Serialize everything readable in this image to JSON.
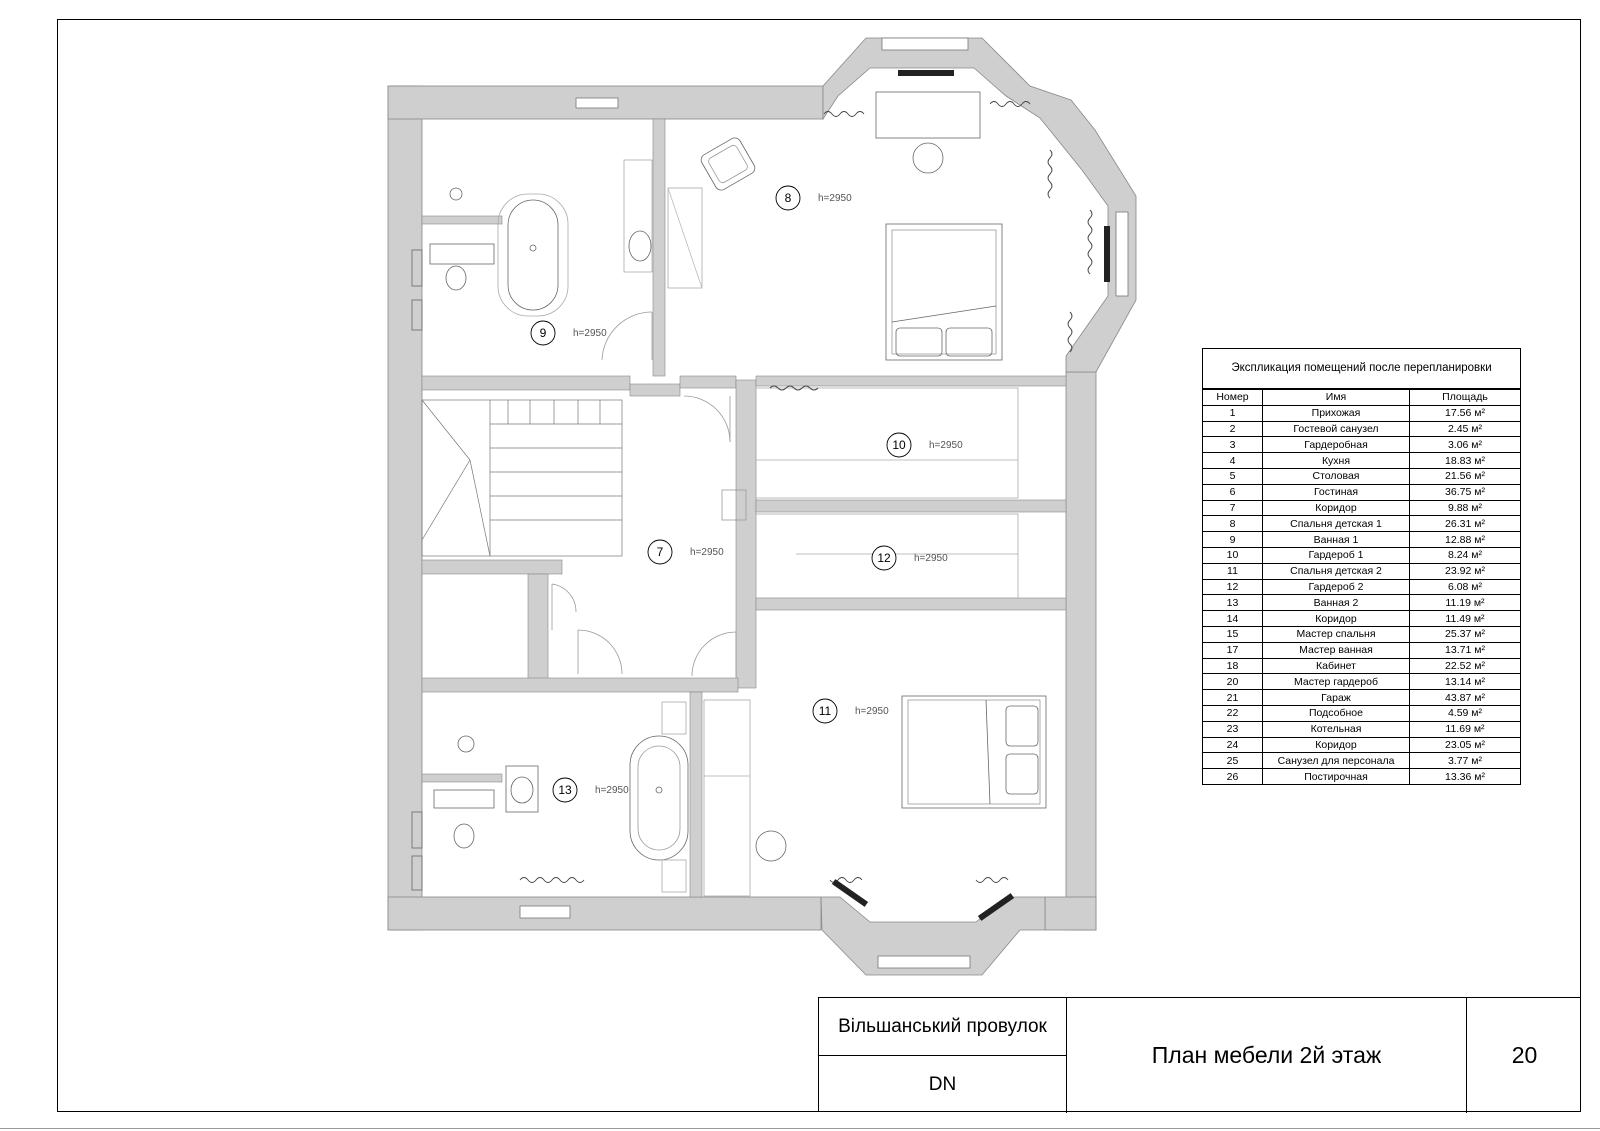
{
  "rooms": [
    {
      "num": "8",
      "h": "h=2950"
    },
    {
      "num": "9",
      "h": "h=2950"
    },
    {
      "num": "10",
      "h": "h=2950"
    },
    {
      "num": "7",
      "h": "h=2950"
    },
    {
      "num": "12",
      "h": "h=2950"
    },
    {
      "num": "11",
      "h": "h=2950"
    },
    {
      "num": "13",
      "h": "h=2950"
    }
  ],
  "explication": {
    "title": "Экспликация помещений после перепланировки",
    "headers": [
      "Номер",
      "Имя",
      "Площадь"
    ],
    "rows": [
      [
        "1",
        "Прихожая",
        "17.56 м²"
      ],
      [
        "2",
        "Гостевой санузел",
        "2.45 м²"
      ],
      [
        "3",
        "Гардеробная",
        "3.06 м²"
      ],
      [
        "4",
        "Кухня",
        "18.83 м²"
      ],
      [
        "5",
        "Столовая",
        "21.56 м²"
      ],
      [
        "6",
        "Гостиная",
        "36.75 м²"
      ],
      [
        "7",
        "Коридор",
        "9.88 м²"
      ],
      [
        "8",
        "Спальня детская 1",
        "26.31 м²"
      ],
      [
        "9",
        "Ванная 1",
        "12.88 м²"
      ],
      [
        "10",
        "Гардероб 1",
        "8.24 м²"
      ],
      [
        "11",
        "Спальня детская 2",
        "23.92 м²"
      ],
      [
        "12",
        "Гардероб 2",
        "6.08 м²"
      ],
      [
        "13",
        "Ванная 2",
        "11.19 м²"
      ],
      [
        "14",
        "Коридор",
        "11.49 м²"
      ],
      [
        "15",
        "Мастер спальня",
        "25.37 м²"
      ],
      [
        "17",
        "Мастер ванная",
        "13.71 м²"
      ],
      [
        "18",
        "Кабинет",
        "22.52 м²"
      ],
      [
        "20",
        "Мастер гардероб",
        "13.14 м²"
      ],
      [
        "21",
        "Гараж",
        "43.87 м²"
      ],
      [
        "22",
        "Подсобное",
        "4.59 м²"
      ],
      [
        "23",
        "Котельная",
        "11.69 м²"
      ],
      [
        "24",
        "Коридор",
        "23.05 м²"
      ],
      [
        "25",
        "Санузел для персонала",
        "3.77 м²"
      ],
      [
        "26",
        "Постирочная",
        "13.36 м²"
      ]
    ]
  },
  "title_block": {
    "address": "Вільшанський провулок",
    "author": "DN",
    "sheet_title": "План мебели 2й этаж",
    "page": "20"
  },
  "colors": {
    "wall_fill": "#cfcfcf",
    "line": "#555555"
  }
}
